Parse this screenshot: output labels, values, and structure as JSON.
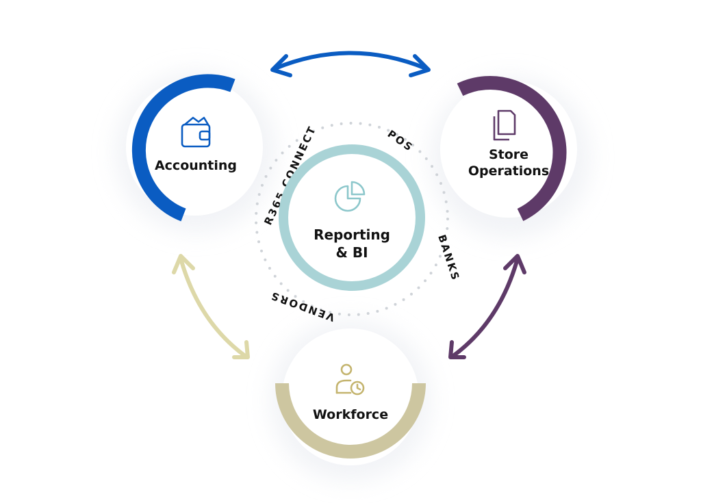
{
  "nodes": {
    "accounting": {
      "label": "Accounting",
      "icon": "wallet-icon",
      "color": "#0a5cc2"
    },
    "store_operations": {
      "label_line1": "Store",
      "label_line2": "Operations",
      "icon": "documents-icon",
      "color": "#5e3a68"
    },
    "workforce": {
      "label": "Workforce",
      "icon": "person-clock-icon",
      "color": "#cdc6a0"
    },
    "reporting": {
      "label_line1": "Reporting",
      "label_line2": "& BI",
      "icon": "pie-chart-icon",
      "color": "#a9d3d6"
    }
  },
  "ring": {
    "labels": {
      "connect": "R365 CONNECT",
      "pos": "POS",
      "banks": "BANKS",
      "vendors": "VENDORS"
    }
  },
  "connections": {
    "accounting_store": {
      "color": "#0a5cc2"
    },
    "accounting_workforce": {
      "color": "#ddd8a8"
    },
    "store_workforce": {
      "color": "#5e3a68"
    }
  }
}
